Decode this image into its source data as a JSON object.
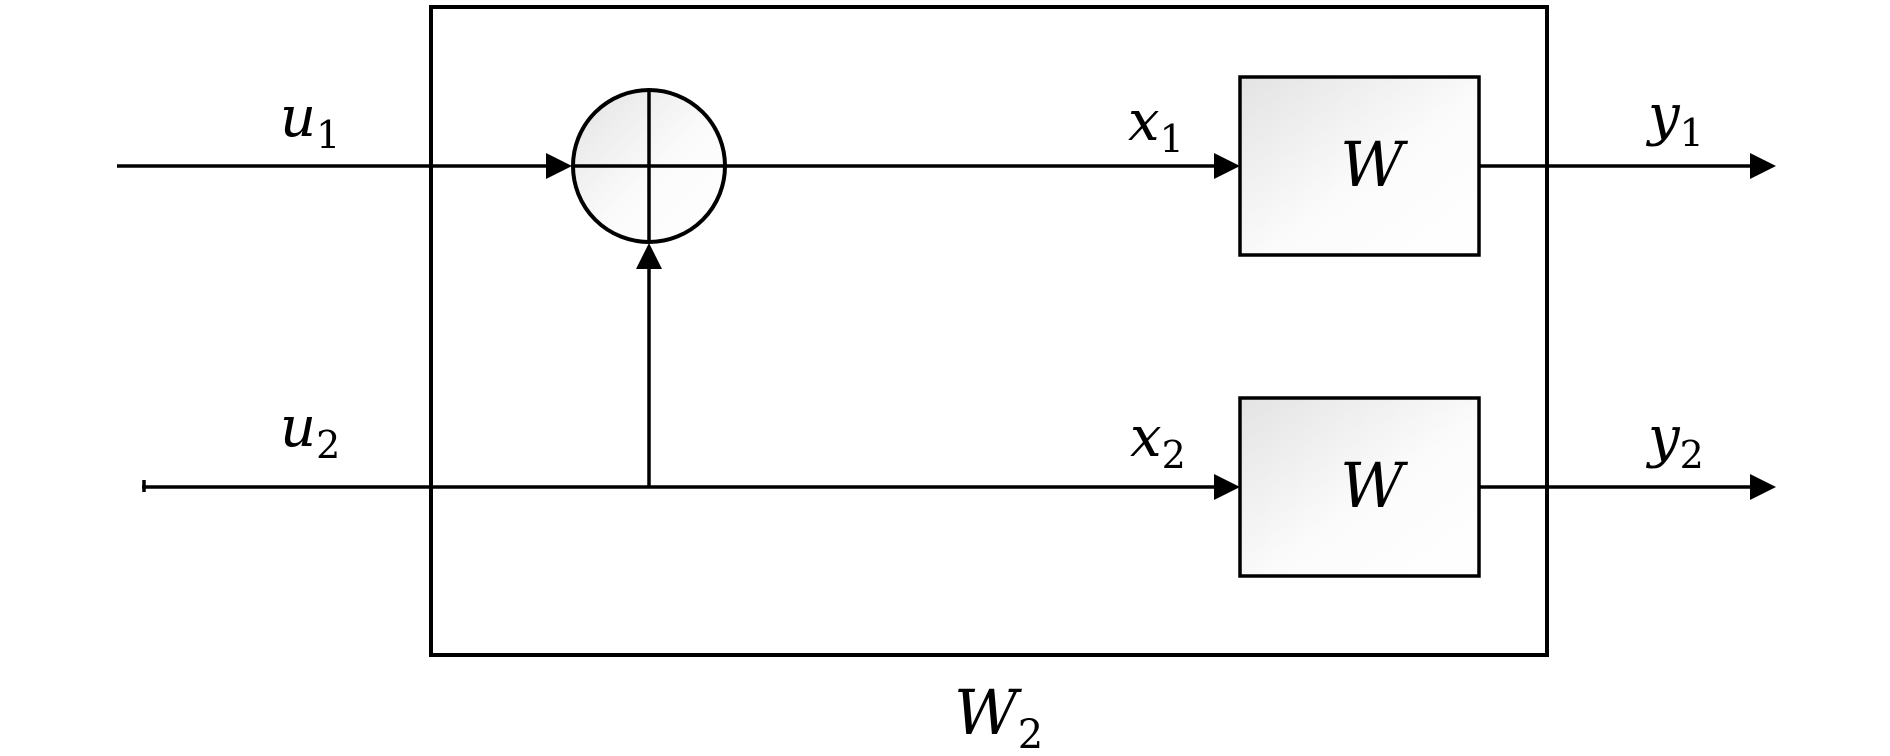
{
  "diagram": {
    "outer_block_label": {
      "symbol": "W",
      "subscript": "2"
    },
    "inputs": [
      {
        "symbol": "u",
        "subscript": "1"
      },
      {
        "symbol": "u",
        "subscript": "2"
      }
    ],
    "signals": [
      {
        "symbol": "x",
        "subscript": "1"
      },
      {
        "symbol": "x",
        "subscript": "2"
      }
    ],
    "outputs": [
      {
        "symbol": "y",
        "subscript": "1"
      },
      {
        "symbol": "y",
        "subscript": "2"
      }
    ],
    "blocks": [
      {
        "label": "W"
      },
      {
        "label": "W"
      }
    ],
    "summing_junction": {
      "type": "xor-adder"
    },
    "colors": {
      "stroke": "#000000",
      "block_fill_light": "#ffffff",
      "block_fill_dark": "#e6e6e6"
    }
  }
}
